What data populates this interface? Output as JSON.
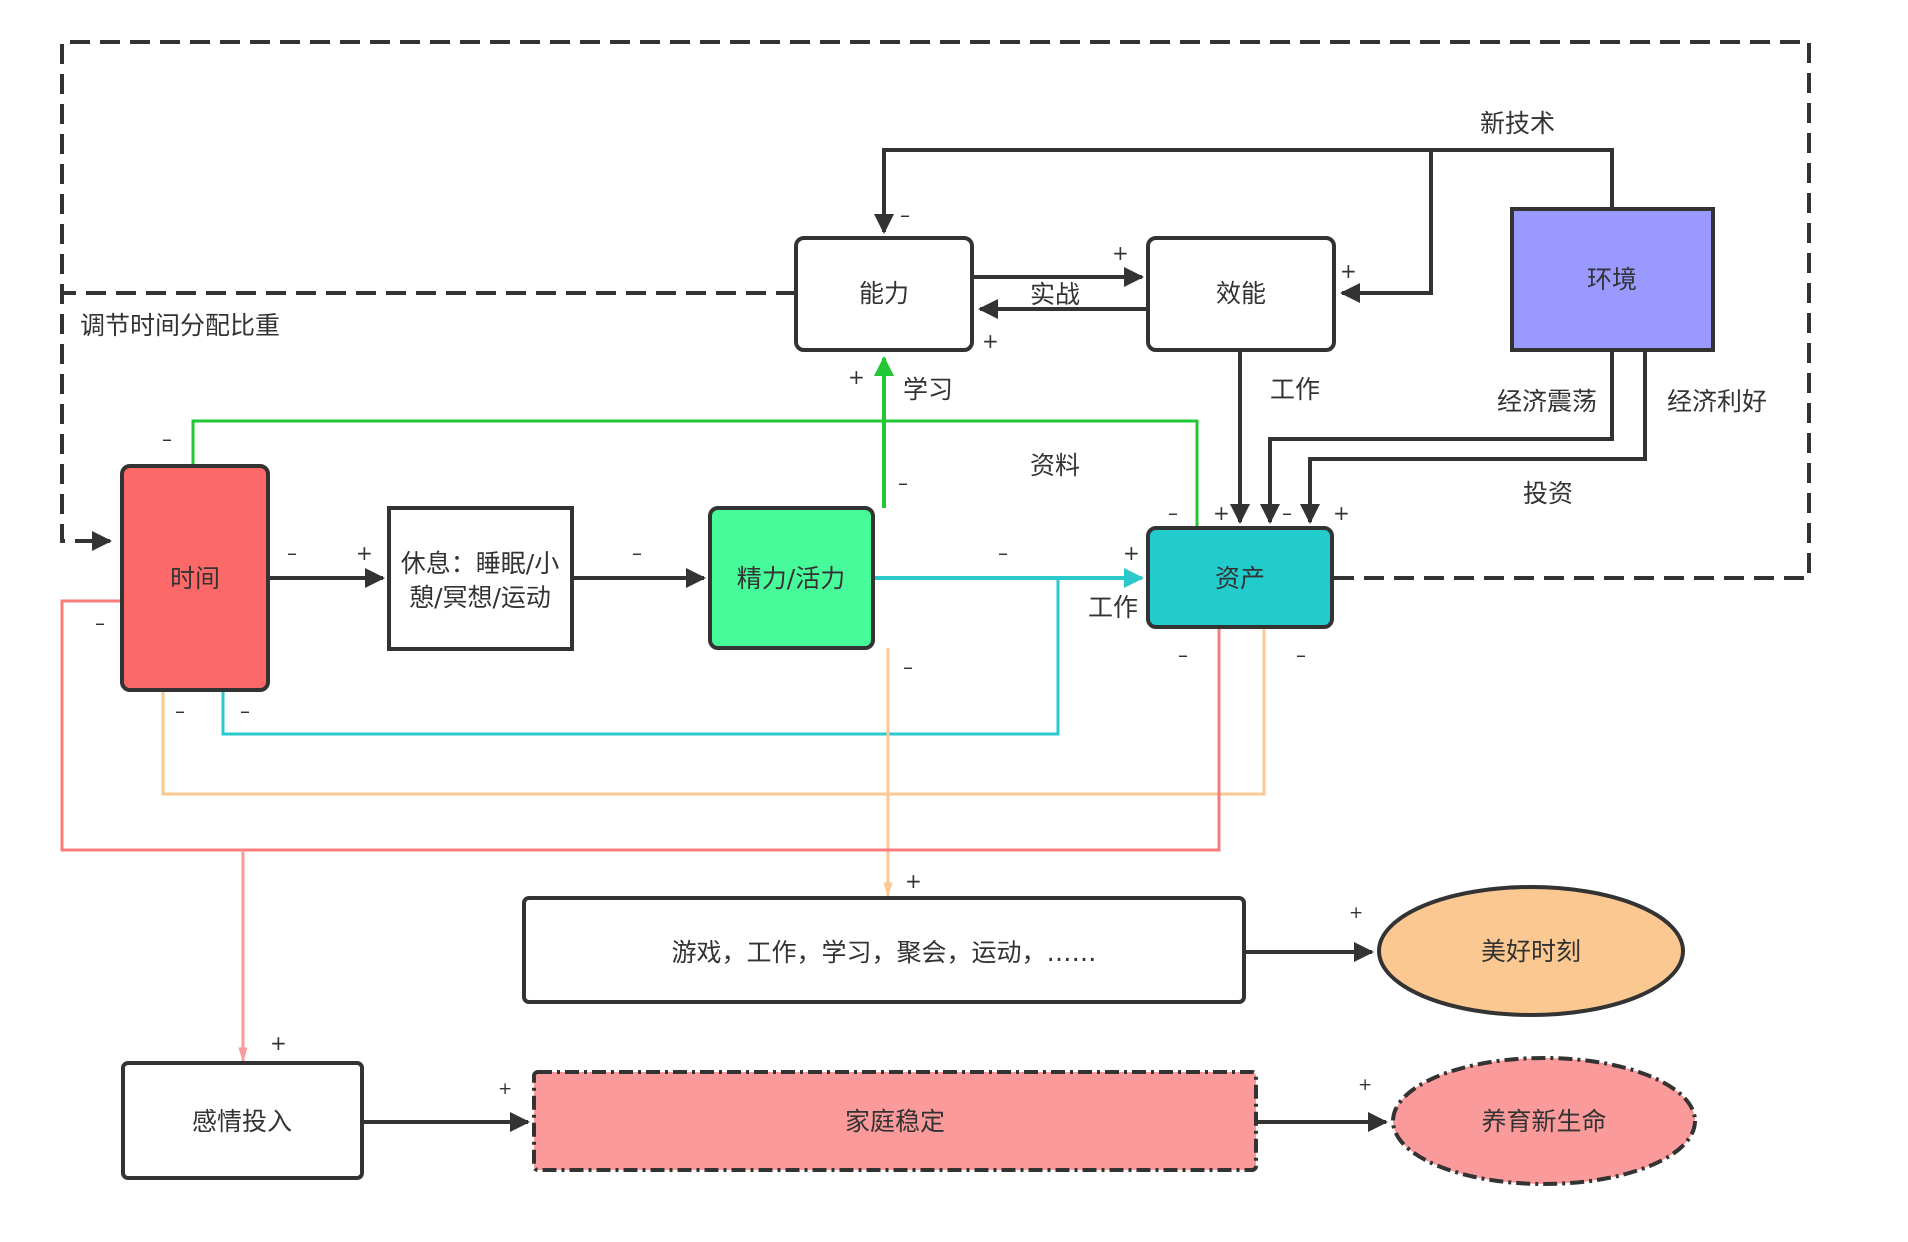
{
  "colors": {
    "stroke": "#333333",
    "time": "#fd6868",
    "energy": "#48fb9a",
    "assets": "#22cccc",
    "environment": "#9999ff",
    "good_moments": "#fbc891",
    "family": "#fb9a9a",
    "green_link": "#22c833",
    "cyan_link": "#2ac9cc",
    "orange_link": "#fbc891",
    "red_link": "#f87c7c"
  },
  "nodes": {
    "ability": "能力",
    "efficiency": "效能",
    "environment": "环境",
    "time": "时间",
    "rest": "休息：睡眠/小\n憩/冥想/运动",
    "rest_line1": "休息：睡眠/小",
    "rest_line2": "憩/冥想/运动",
    "energy": "精力/活力",
    "assets": "资产",
    "activities": "游戏，工作，学习，聚会，运动，……",
    "good_moments": "美好时刻",
    "emotional_investment": "感情投入",
    "family_stability": "家庭稳定",
    "raise_new_life": "养育新生命"
  },
  "edge_labels": {
    "new_tech": "新技术",
    "practice": "实战",
    "work_efficiency": "工作",
    "economic_shock": "经济震荡",
    "economic_boom": "经济利好",
    "investment": "投资",
    "learning": "学习",
    "materials": "资料",
    "work_energy": "工作",
    "adjust_time": "调节时间分配比重"
  },
  "signs": {
    "plus": "+",
    "minus": "–"
  }
}
